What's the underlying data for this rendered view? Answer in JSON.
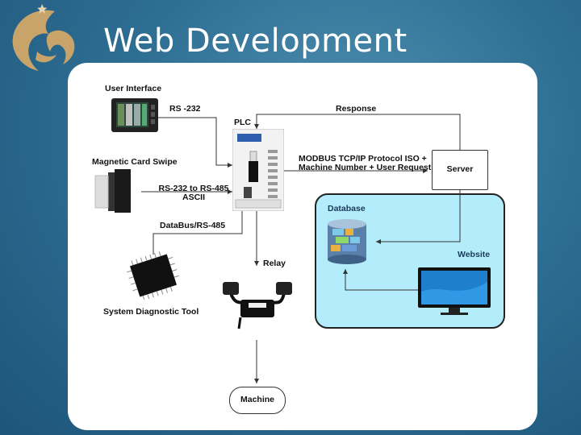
{
  "slide": {
    "title": "Web Development"
  },
  "diagram": {
    "nodes": {
      "user_interface": "User Interface",
      "plc": "PLC",
      "magnetic_card_swipe": "Magnetic Card Swipe",
      "system_diagnostic_tool": "System Diagnostic Tool",
      "relay": "Relay",
      "machine": "Machine",
      "server": "Server",
      "database": "Database",
      "website": "Website"
    },
    "edges": {
      "rs232": "RS -232",
      "response": "Response",
      "modbus_line1": "MODBUS TCP/IP Protocol ISO +",
      "modbus_line2": "Machine Number + User Request",
      "rs232_to_rs485_line1": "RS-232 to RS-485",
      "rs232_to_rs485_line2": "ASCII",
      "databus": "DataBus/RS-485"
    }
  },
  "colors": {
    "background": "#2f6f94",
    "panel": "#ffffff",
    "database_zone": "#b3ecfb",
    "logo_gold": "#c8a46a"
  },
  "icons": [
    "pegasus-logo",
    "touchscreen-hmi-icon",
    "plc-module-icon",
    "card-reader-icon",
    "microchip-icon",
    "relay-cable-icon",
    "database-cylinder-icon",
    "monitor-icon"
  ]
}
